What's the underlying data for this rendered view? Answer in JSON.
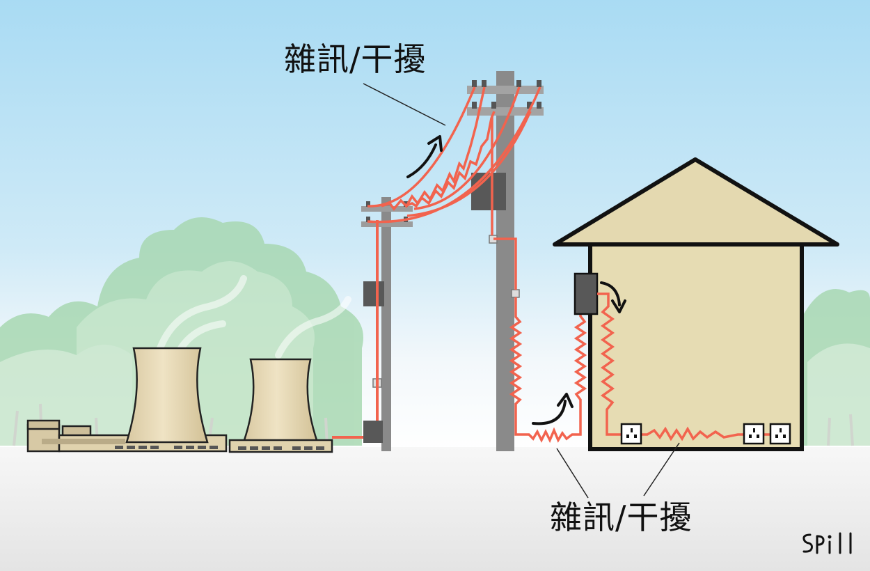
{
  "labels": {
    "top_noise": "雜訊/干擾",
    "bottom_noise": "雜訊/干擾"
  },
  "brand": {
    "logo_text": "SPILL"
  },
  "colors": {
    "sky_top": "#a9dbf3",
    "ground": "#f2f2f2",
    "wire": "#f2634e",
    "pole": "#8a8a8a",
    "house_wall": "#e6dcb3",
    "house_outline": "#111111",
    "tower": "#e8dcb8",
    "trees": "#a9d7b4"
  },
  "icons": [
    "power-station-icon",
    "cooling-tower-icon",
    "utility-pole-icon",
    "transformer-icon",
    "house-icon",
    "electric-meter-icon",
    "power-socket-icon",
    "curved-arrow-icon"
  ]
}
